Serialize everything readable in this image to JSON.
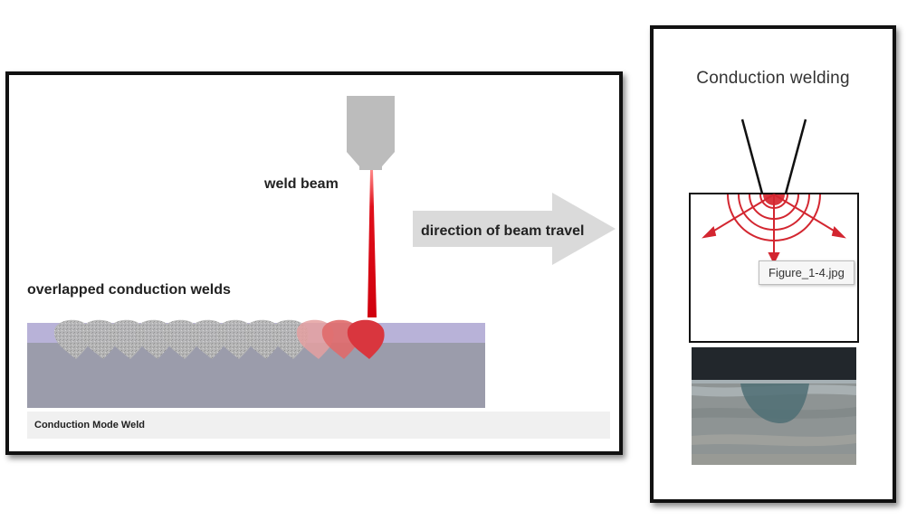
{
  "left_diagram": {
    "weld_beam_label": "weld beam",
    "overlap_label": "overlapped conduction welds",
    "direction_label": "direction of beam travel",
    "caption": "Conduction Mode Weld"
  },
  "right_diagram": {
    "title": "Conduction welding",
    "tooltip": "Figure_1-4.jpg"
  },
  "colors": {
    "beam_red": "#e0101b",
    "weld_gray": "#b4b4b4",
    "plate_top": "#b8b2d8",
    "plate_body": "#9b9cab",
    "arrow_gray": "#dadada",
    "melt_red": "#d9363e"
  }
}
